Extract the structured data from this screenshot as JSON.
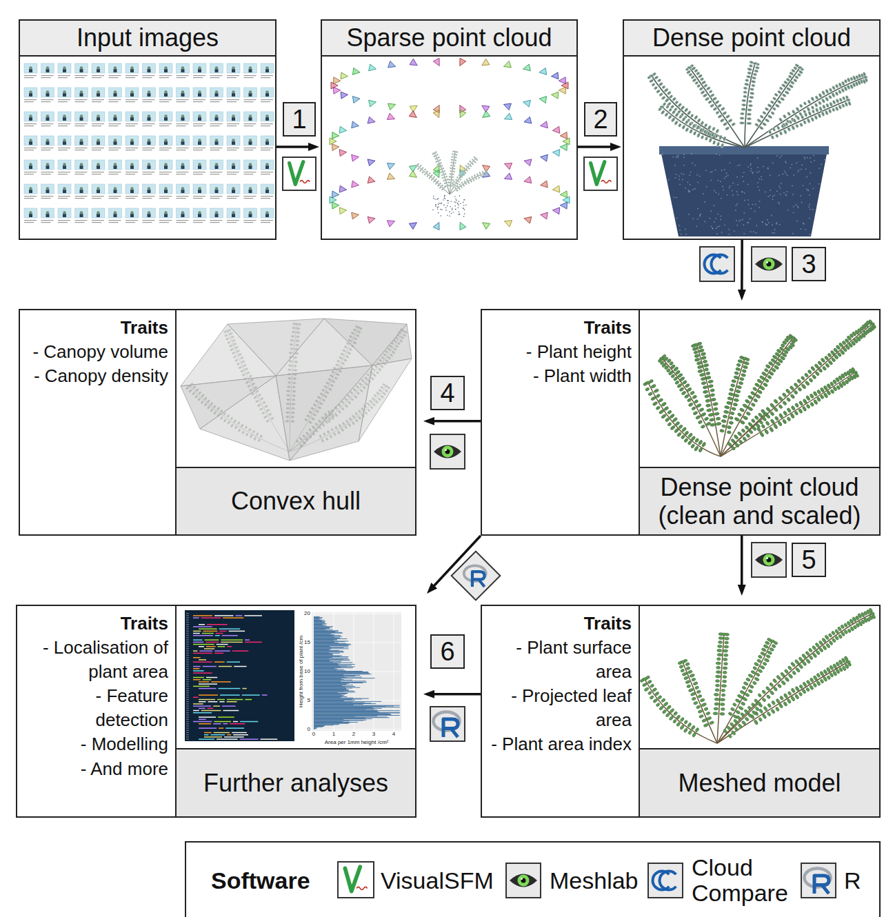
{
  "diagram": {
    "nodes": [
      {
        "text": [
          "Input images"
        ]
      },
      {
        "text": [
          "Sparse point cloud"
        ]
      },
      {
        "text": [
          "Dense point cloud"
        ]
      },
      {
        "text": [
          "Traits",
          "- Canopy volume",
          "- Canopy density"
        ]
      },
      {
        "text": [
          "Convex hull"
        ],
        "in": 3
      },
      {
        "text": [
          "Traits",
          "- Plant height",
          "- Plant width"
        ]
      },
      {
        "text": [
          "Dense point cloud (clean and scaled)"
        ],
        "in": 5
      },
      {
        "text": [
          "Traits",
          "- Localisation of plant area",
          "- Feature detection",
          "- Modelling",
          "- And more"
        ]
      },
      {
        "text": [
          "Further analyses"
        ],
        "in": 7
      },
      {
        "text": [
          "Traits",
          "- Plant surface area",
          "- Projected leaf area",
          "- Plant area index"
        ]
      },
      {
        "text": [
          "Meshed model"
        ],
        "in": 9
      },
      {
        "text": [
          "1"
        ]
      },
      {
        "text": [
          "2"
        ]
      },
      {
        "text": [
          "3"
        ]
      },
      {
        "text": [
          "4"
        ]
      },
      {
        "text": [
          "5"
        ]
      },
      {
        "text": [
          "6"
        ]
      },
      {
        "text": [
          "Software"
        ]
      }
    ],
    "edges": [
      {
        "from": 0,
        "to": 1,
        "arrow": "to"
      },
      {
        "from": 1,
        "to": 2,
        "arrow": "to"
      },
      {
        "from": 2,
        "to": 5,
        "arrow": "to"
      },
      {
        "from": 5,
        "to": 3,
        "arrow": "to"
      },
      {
        "from": 5,
        "to": 9,
        "arrow": "to"
      },
      {
        "from": 5,
        "to": 7,
        "arrow": "to"
      },
      {
        "from": 9,
        "to": 7,
        "arrow": "to"
      }
    ],
    "labels": [
      "20",
      "15",
      "10",
      "5",
      "0",
      "0",
      "1",
      "2",
      "3",
      "4",
      "Height from base of plant /cm",
      "Area per 1mm height /cm²"
    ],
    "legend": [
      {
        "text": "VisualSFM"
      },
      {
        "text": "Meshlab"
      },
      {
        "text": "Cloud Compare"
      },
      {
        "text": "R"
      }
    ]
  }
}
